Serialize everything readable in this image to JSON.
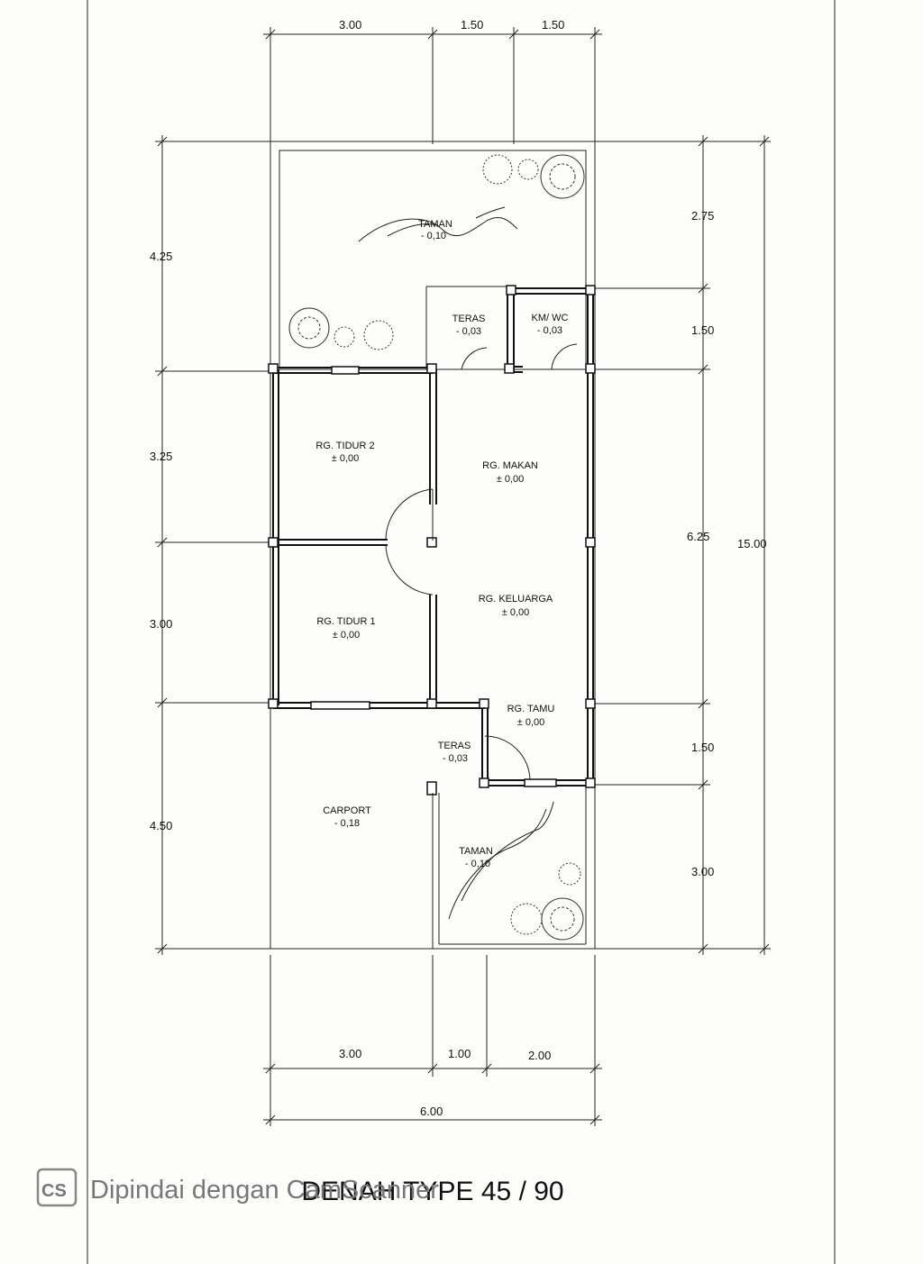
{
  "dims": {
    "top": [
      "3.00",
      "1.50",
      "1.50"
    ],
    "left": [
      "4.25",
      "3.25",
      "3.00",
      "4.50"
    ],
    "right": [
      "2.75",
      "1.50",
      "6.25",
      "1.50",
      "3.00"
    ],
    "right_total": "15.00",
    "bottom": [
      "3.00",
      "1.00",
      "2.00"
    ],
    "bottom_total": "6.00"
  },
  "rooms": {
    "taman_top": {
      "name": "TAMAN",
      "level": "- 0,10"
    },
    "teras_top": {
      "name": "TERAS",
      "level": "- 0,03"
    },
    "kmwc": {
      "name": "KM/ WC",
      "level": "- 0,03"
    },
    "tidur2": {
      "name": "RG. TIDUR 2",
      "level": "± 0,00"
    },
    "makan": {
      "name": "RG. MAKAN",
      "level": "± 0,00"
    },
    "keluarga": {
      "name": "RG. KELUARGA",
      "level": "± 0,00"
    },
    "tidur1": {
      "name": "RG. TIDUR 1",
      "level": "± 0,00"
    },
    "tamu": {
      "name": "RG. TAMU",
      "level": "± 0,00"
    },
    "teras_bottom": {
      "name": "TERAS",
      "level": "- 0,03"
    },
    "carport": {
      "name": "CARPORT",
      "level": "- 0,18"
    },
    "taman_bottom": {
      "name": "TAMAN",
      "level": "- 0,10"
    }
  },
  "title": "DENAH TYPE 45 / 90",
  "watermark": {
    "badge": "CS",
    "text": "Dipindai dengan CamScanner"
  }
}
